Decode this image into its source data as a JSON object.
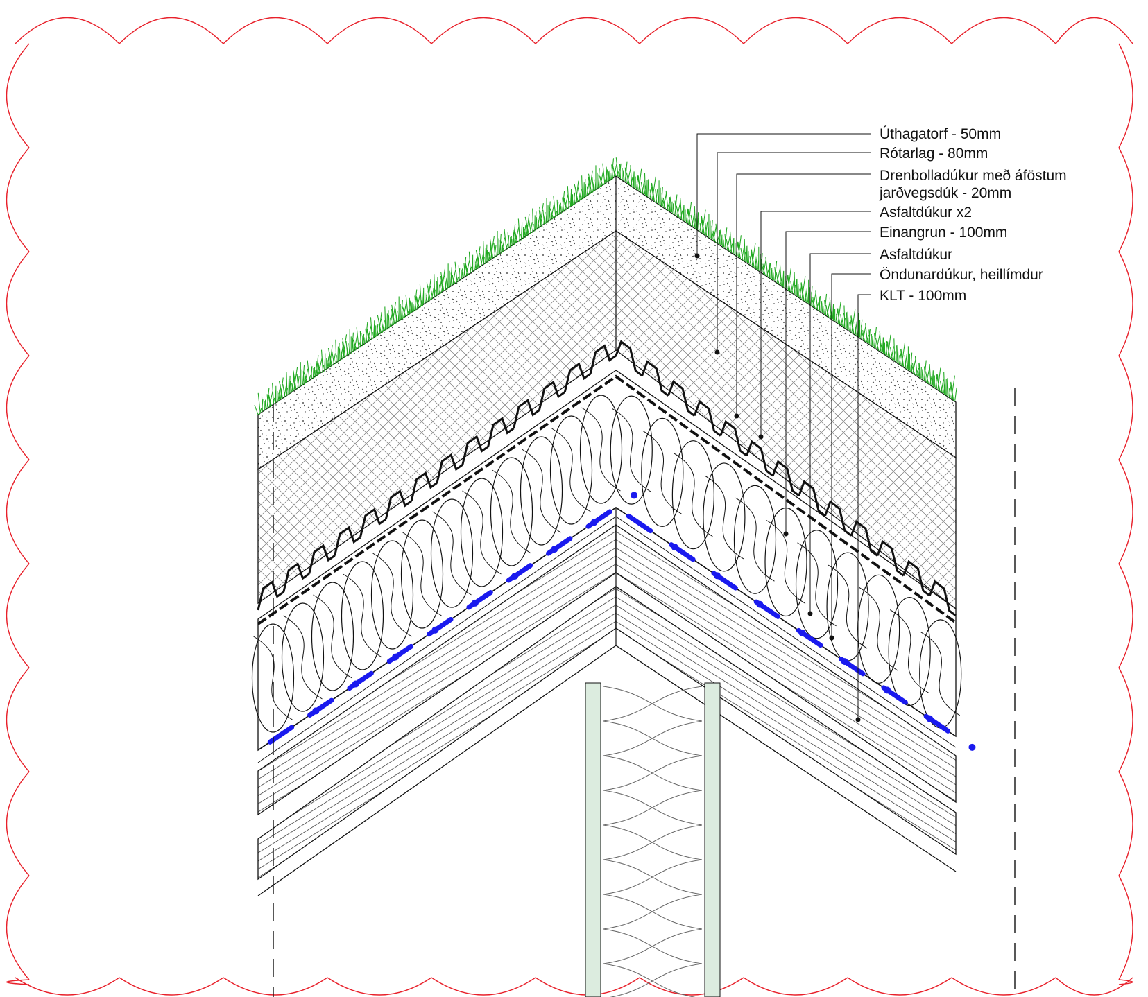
{
  "diagram": {
    "labels": [
      {
        "text": "Úthagatorf - 50mm"
      },
      {
        "text": "Rótarlag - 80mm"
      },
      {
        "text": "Drenbolladúkur með áföstum"
      },
      {
        "text": "jarðvegsdúk - 20mm"
      },
      {
        "text": "Asfaltdúkur x2"
      },
      {
        "text": "Einangrun - 100mm"
      },
      {
        "text": "Asfaltdúkur"
      },
      {
        "text": "Öndunardúkur, heillímdur"
      },
      {
        "text": "KLT - 100mm"
      }
    ],
    "colors": {
      "revision_cloud": "#e8202a",
      "grass": "#22aa22",
      "membrane_blue": "#1a1aee",
      "stud_fill": "#dcecdf",
      "line": "#111111"
    }
  }
}
